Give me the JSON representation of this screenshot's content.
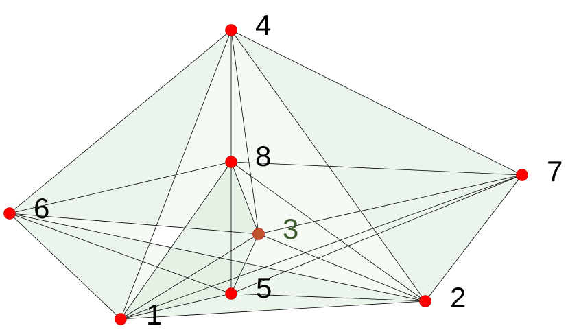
{
  "graph": {
    "vertices": [
      {
        "id": "1",
        "label": "1"
      },
      {
        "id": "2",
        "label": "2"
      },
      {
        "id": "3",
        "label": "3"
      },
      {
        "id": "4",
        "label": "4"
      },
      {
        "id": "5",
        "label": "5"
      },
      {
        "id": "6",
        "label": "6"
      },
      {
        "id": "7",
        "label": "7"
      },
      {
        "id": "8",
        "label": "8"
      }
    ],
    "edges": [
      [
        "4",
        "6"
      ],
      [
        "4",
        "7"
      ],
      [
        "4",
        "1"
      ],
      [
        "4",
        "8"
      ],
      [
        "4",
        "3"
      ],
      [
        "4",
        "2"
      ],
      [
        "6",
        "1"
      ],
      [
        "6",
        "8"
      ],
      [
        "6",
        "3"
      ],
      [
        "6",
        "5"
      ],
      [
        "6",
        "2"
      ],
      [
        "8",
        "7"
      ],
      [
        "8",
        "1"
      ],
      [
        "8",
        "5"
      ],
      [
        "8",
        "3"
      ],
      [
        "8",
        "2"
      ],
      [
        "7",
        "2"
      ],
      [
        "7",
        "3"
      ],
      [
        "7",
        "5"
      ],
      [
        "7",
        "1"
      ],
      [
        "1",
        "3"
      ],
      [
        "1",
        "5"
      ],
      [
        "1",
        "2"
      ],
      [
        "3",
        "5"
      ],
      [
        "3",
        "2"
      ],
      [
        "5",
        "2"
      ]
    ],
    "vertex_color": "#ff0000",
    "vertex_color_far": "#c0552f",
    "edge_color": "#000000",
    "label_color": "#000000",
    "label_color_far": "#3a5a2a",
    "face_tint": "#bfe0bf"
  }
}
